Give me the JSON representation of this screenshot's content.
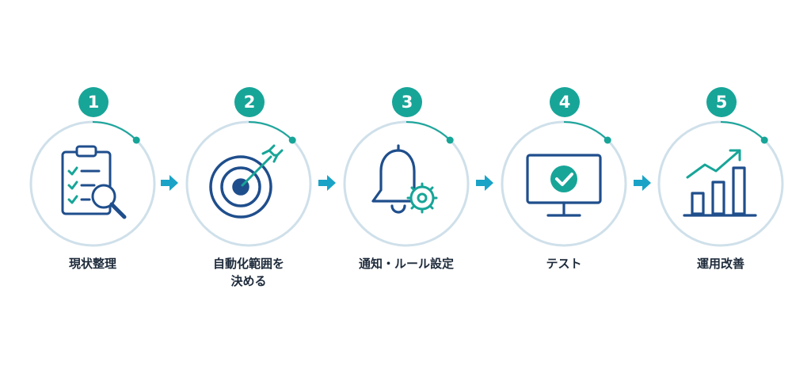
{
  "colors": {
    "accent": "#17a598",
    "navy": "#1f4e8c",
    "ring": "#cfe0ea",
    "arrow": "#1aa3c6",
    "text": "#1d2a3a"
  },
  "steps": [
    {
      "number": "1",
      "label": "現状整理",
      "icon": "clipboard-magnifier-icon"
    },
    {
      "number": "2",
      "label": "自動化範囲を\n決める",
      "icon": "target-arrow-icon"
    },
    {
      "number": "3",
      "label": "通知・ルール設定",
      "icon": "bell-gear-icon"
    },
    {
      "number": "4",
      "label": "テスト",
      "icon": "monitor-check-icon"
    },
    {
      "number": "5",
      "label": "運用改善",
      "icon": "bar-chart-growth-icon"
    }
  ]
}
